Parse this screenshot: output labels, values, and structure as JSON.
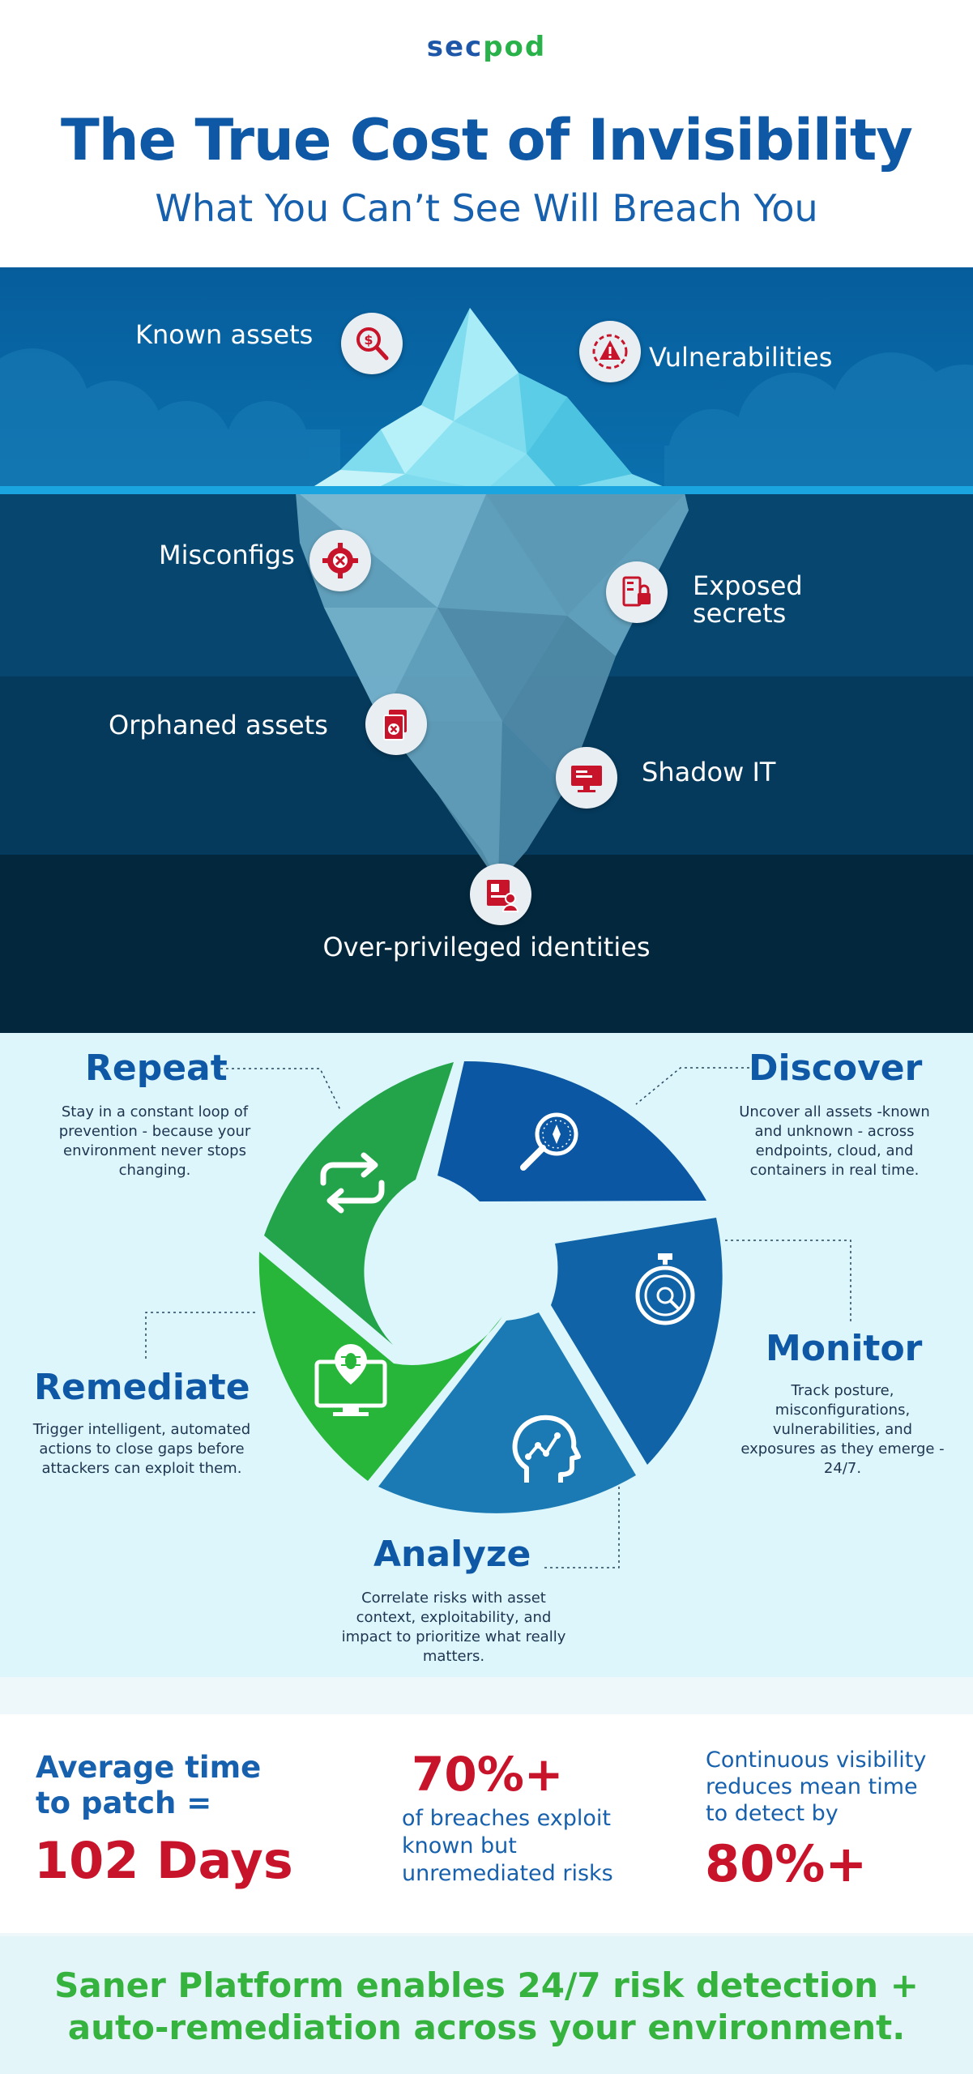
{
  "header": {
    "logo_sec": "sec",
    "logo_pod": "pod",
    "title": "The True Cost of Invisibility",
    "subtitle": "What You Can’t See Will Breach You"
  },
  "iceberg": {
    "labels": {
      "known_assets": "Known assets",
      "vulnerabilities": "Vulnerabilities",
      "misconfigs": "Misconfigs",
      "exposed_secrets_1": "Exposed",
      "exposed_secrets_2": "secrets",
      "orphaned_assets": "Orphaned assets",
      "shadow_it": "Shadow IT",
      "over_privileged": "Over-privileged identities"
    },
    "icons": [
      "search-dollar-icon",
      "warning-triangle-icon",
      "gear-x-icon",
      "secret-book-icon",
      "orphaned-file-icon",
      "shadow-monitor-icon",
      "identity-badge-icon"
    ]
  },
  "cycle": {
    "repeat": {
      "title": "Repeat",
      "desc": "Stay in a constant loop of prevention - because your environment never stops changing."
    },
    "discover": {
      "title": "Discover",
      "desc": "Uncover all assets -known and unknown - across endpoints, cloud, and containers in real time."
    },
    "monitor": {
      "title": "Monitor",
      "desc": "Track posture, misconfigurations, vulnerabilities, and exposures as they emerge - 24/7."
    },
    "remediate": {
      "title": "Remediate",
      "desc": "Trigger intelligent, automated actions to close gaps before attackers can exploit them."
    },
    "analyze": {
      "title": "Analyze",
      "desc": "Correlate risks with asset context, exploitability, and impact to prioritize what really matters."
    }
  },
  "stats": {
    "patch_line1": "Average time",
    "patch_line2": "to patch =",
    "patch_value": "102 Days",
    "breach_value": "70%+",
    "breach_line1": "of breaches exploit",
    "breach_line2": "known but",
    "breach_line3": "unremediated risks",
    "visibility_line1": "Continuous visibility",
    "visibility_line2": "reduces mean time",
    "visibility_line3": "to detect by",
    "visibility_value": "80%+"
  },
  "footer": {
    "line1": "Saner Platform enables 24/7 risk detection +",
    "line2": "auto-remediation across your environment."
  },
  "colors": {
    "brand_blue": "#0e58a6",
    "brand_green": "#36b33f",
    "alert_red": "#c8142a",
    "ocean_surface": "#1aa5e0"
  }
}
